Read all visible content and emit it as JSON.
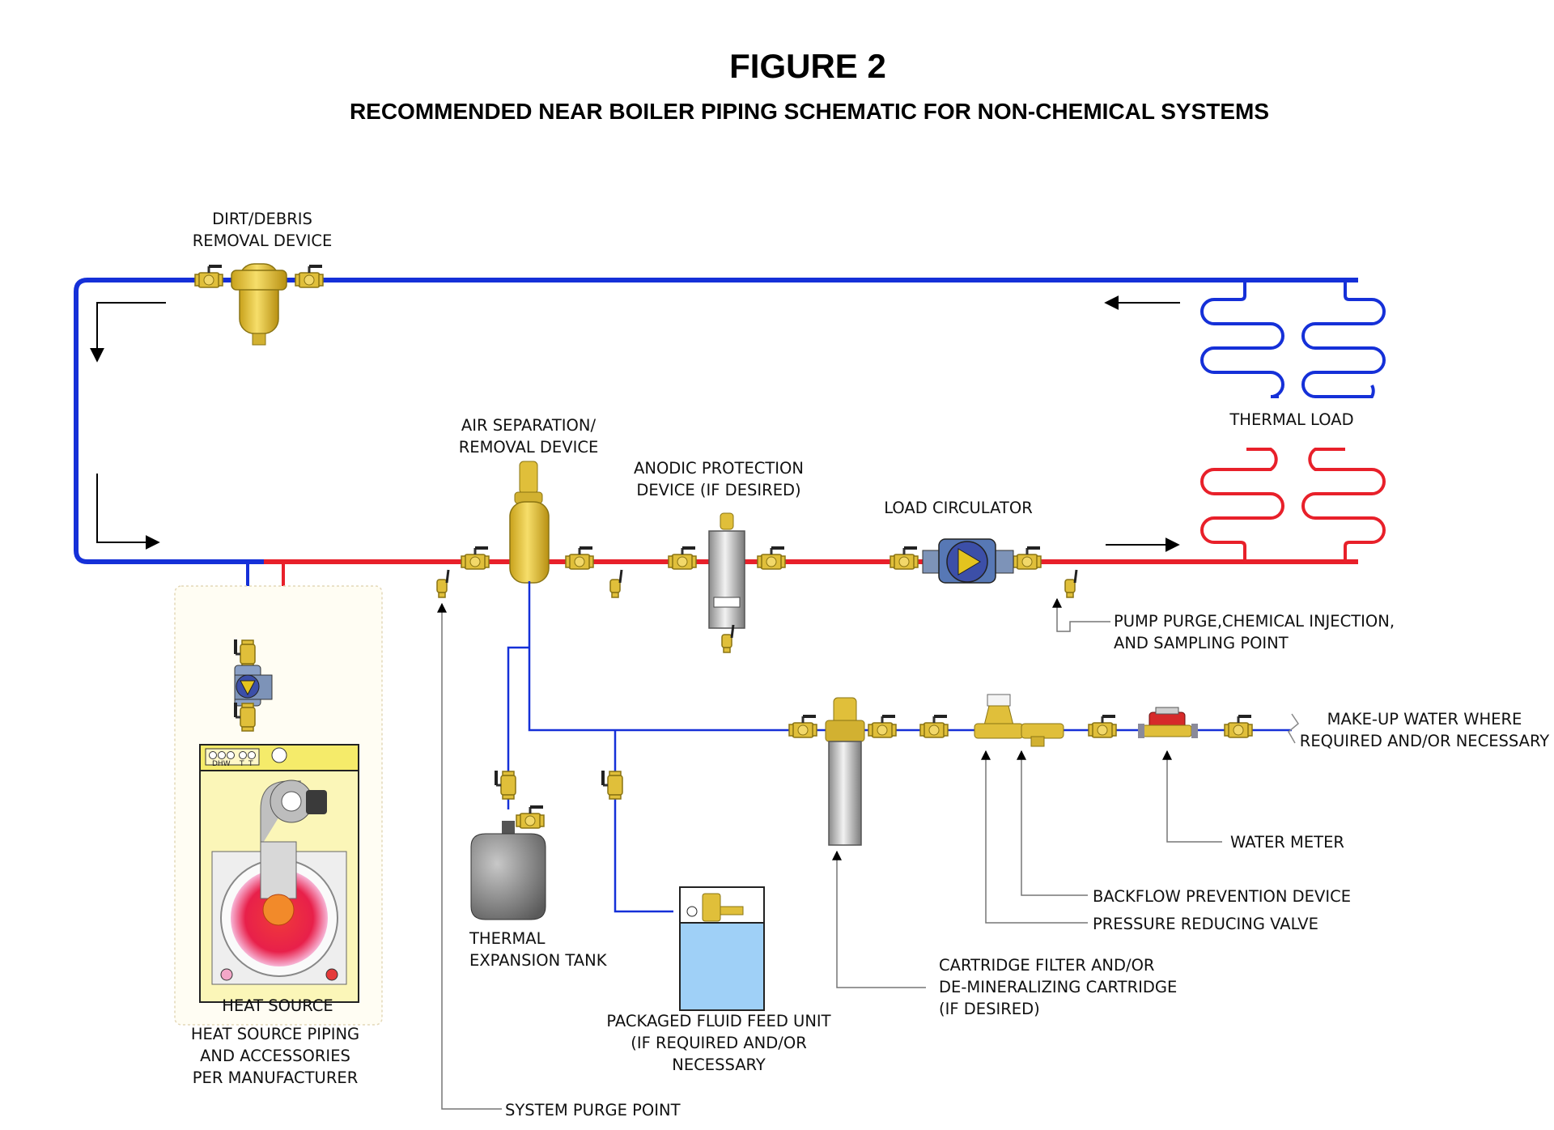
{
  "figure": {
    "title": "FIGURE 2",
    "subtitle": "RECOMMENDED NEAR BOILER PIPING SCHEMATIC FOR NON-CHEMICAL SYSTEMS"
  },
  "labels": {
    "dirt_debris": [
      "DIRT/DEBRIS",
      "REMOVAL DEVICE"
    ],
    "air_separation": [
      "AIR SEPARATION/",
      "REMOVAL DEVICE"
    ],
    "anodic": [
      "ANODIC PROTECTION",
      "DEVICE (IF DESIRED)"
    ],
    "load_circulator": [
      "LOAD CIRCULATOR"
    ],
    "thermal_load": [
      "THERMAL LOAD"
    ],
    "pump_purge": [
      "PUMP PURGE,CHEMICAL INJECTION,",
      "AND SAMPLING POINT"
    ],
    "makeup_water": [
      "MAKE-UP WATER WHERE",
      "REQUIRED AND/OR NECESSARY"
    ],
    "water_meter": [
      "WATER METER"
    ],
    "backflow": [
      "BACKFLOW PREVENTION DEVICE"
    ],
    "pressure_reducing": [
      "PRESSURE REDUCING VALVE"
    ],
    "cartridge_filter": [
      "CARTRIDGE FILTER AND/OR",
      "DE-MINERALIZING CARTRIDGE",
      "(IF DESIRED)"
    ],
    "expansion_tank": [
      "THERMAL",
      "EXPANSION TANK"
    ],
    "fluid_feed": [
      "PACKAGED FLUID FEED UNIT",
      "(IF REQUIRED AND/OR",
      "NECESSARY"
    ],
    "heat_source": [
      "HEAT SOURCE"
    ],
    "heat_source_piping": [
      "HEAT SOURCE PIPING",
      "AND ACCESSORIES",
      "PER MANUFACTURER"
    ],
    "system_purge": [
      "SYSTEM PURGE POINT"
    ]
  },
  "boiler_panel": {
    "dhw": "DHW",
    "t1": "T",
    "t2": "T"
  },
  "colors": {
    "supply": "#e8202a",
    "return": "#1530d8",
    "brass": "#e0bf3a"
  }
}
